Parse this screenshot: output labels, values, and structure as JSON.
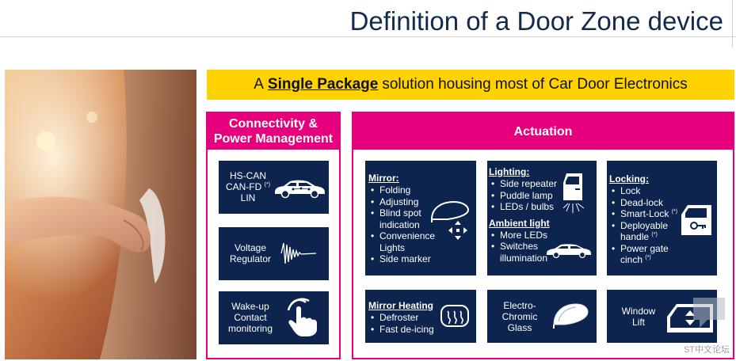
{
  "slide": {
    "title": "Definition of a Door Zone device",
    "banner": {
      "prefix": "A",
      "highlight": "Single Package",
      "suffix": "solution housing most of Car Door Electronics"
    },
    "watermark": "ST中文论坛"
  },
  "connectivity": {
    "heading_line1": "Connectivity &",
    "heading_line2": "Power Management",
    "bus": {
      "line1": "HS-CAN",
      "line2": "CAN-FD",
      "line2_note": "(*)",
      "line3": "LIN"
    },
    "regulator": {
      "line1": "Voltage",
      "line2": "Regulator"
    },
    "wakeup": {
      "line1": "Wake-up",
      "line2": "Contact",
      "line3": "monitoring"
    }
  },
  "actuation": {
    "heading": "Actuation",
    "mirror": {
      "header": "Mirror:",
      "items": [
        "Folding",
        "Adjusting",
        "Blind spot",
        "Convenience",
        "Side marker"
      ],
      "item3_line2": "indication",
      "item4_line2": "Lights"
    },
    "lighting": {
      "header": "Lighting:",
      "items": [
        "Side repeater",
        "Puddle lamp",
        "LEDs / bulbs"
      ],
      "ambient_header": "Ambient light",
      "ambient_items": [
        "More LEDs",
        "Switches"
      ],
      "ambient_item2_line2": "illumination"
    },
    "locking": {
      "header": "Locking:",
      "items": [
        "Lock",
        "Dead-lock",
        "Smart-Lock",
        "Deployable",
        "Power gate"
      ],
      "note": "(*)",
      "item4_line2": "handle",
      "item5_line2": "cinch"
    },
    "heating": {
      "header": "Mirror Heating",
      "items": [
        "Defroster",
        "Fast de-icing"
      ]
    },
    "electrochromic": {
      "line1": "Electro-",
      "line2": "Chromic",
      "line3": "Glass"
    },
    "windowlift": {
      "line1": "Window",
      "line2": "Lift"
    }
  },
  "colors": {
    "navy": "#0d244e",
    "magenta": "#e6007e",
    "yellow": "#ffd200",
    "title": "#132a4f"
  },
  "icons": [
    "car-icon",
    "voltage-waveform-icon",
    "hand-touch-icon",
    "side-mirror-icon",
    "direction-arrows-icon",
    "car-door-light-icon",
    "sedan-icon",
    "door-key-icon",
    "heated-mirror-icon",
    "electrochromic-mirror-icon",
    "window-lift-icon"
  ]
}
